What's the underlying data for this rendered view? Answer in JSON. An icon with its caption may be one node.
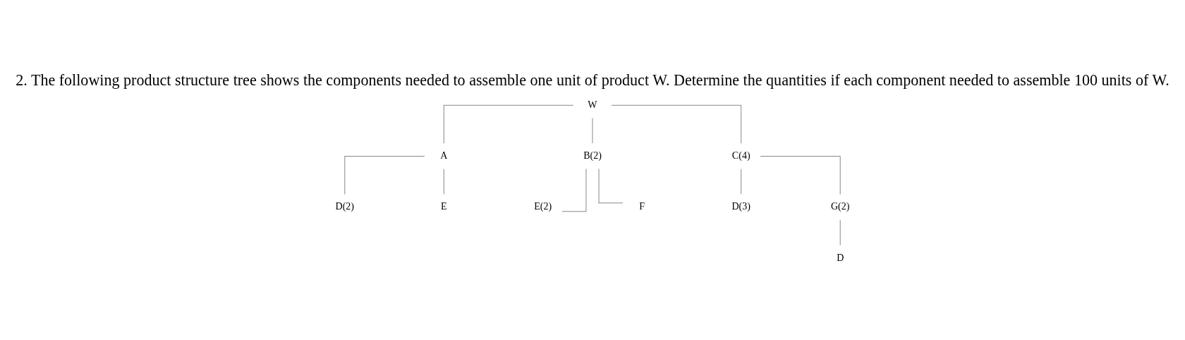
{
  "diagram": {
    "title": "2. The following product structure tree shows the components needed to assemble one unit of product W. Determine the quantities if each component needed to assemble 100 units of W.",
    "nodes": [
      {
        "text": [
          "W"
        ]
      },
      {
        "text": [
          "A"
        ]
      },
      {
        "text": [
          "B(2)"
        ]
      },
      {
        "text": [
          "C(4)"
        ]
      },
      {
        "text": [
          "D(2)"
        ]
      },
      {
        "text": [
          "E"
        ]
      },
      {
        "text": [
          "E(2)"
        ]
      },
      {
        "text": [
          "F"
        ]
      },
      {
        "text": [
          "D(3)"
        ]
      },
      {
        "text": [
          "G(2)"
        ]
      },
      {
        "text": [
          "D"
        ]
      }
    ],
    "edges": [
      {
        "from": 0,
        "to": 1,
        "arrow": "none"
      },
      {
        "from": 0,
        "to": 2,
        "arrow": "none"
      },
      {
        "from": 0,
        "to": 3,
        "arrow": "none"
      },
      {
        "from": 1,
        "to": 4,
        "arrow": "none"
      },
      {
        "from": 1,
        "to": 5,
        "arrow": "none"
      },
      {
        "from": 2,
        "to": 6,
        "arrow": "none"
      },
      {
        "from": 2,
        "to": 7,
        "arrow": "none"
      },
      {
        "from": 3,
        "to": 8,
        "arrow": "none"
      },
      {
        "from": 3,
        "to": 9,
        "arrow": "none"
      },
      {
        "from": 9,
        "to": 10,
        "arrow": "none"
      }
    ]
  }
}
